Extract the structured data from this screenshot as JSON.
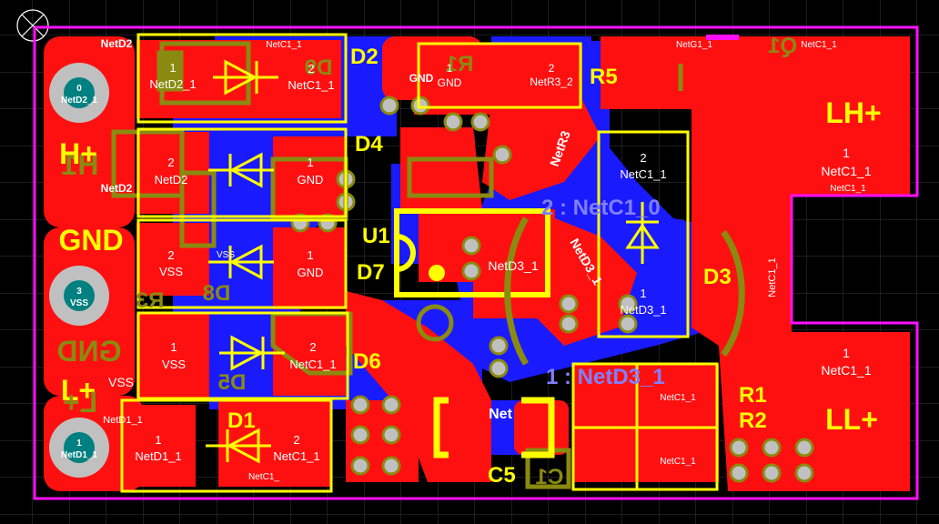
{
  "colors": {
    "background": "#000000",
    "grid": "#3a3a3a",
    "top_copper": "#ff1010",
    "bottom_copper": "#1a1aff",
    "outline": "#ff10ff",
    "silk_top": "#ffff00",
    "silk_bottom": "#8a8a10",
    "pad_hole": "#c0c0c0",
    "pad_text": "#ffffff"
  },
  "icons": {
    "origin": "origin-crosshair-icon"
  },
  "designators": {
    "D2": "D2",
    "D9": "D9",
    "R1_mirror": "R1",
    "R5": "R5",
    "Q1": "Q1",
    "D4": "D4",
    "U1": "U1",
    "D7": "D7",
    "D8": "D8",
    "R3m": "R3",
    "D3": "D3",
    "D6": "D6",
    "D5": "D5",
    "D1": "D1",
    "C5": "C5",
    "C1": "C1",
    "R1": "R1",
    "R2": "R2",
    "H1": "H1"
  },
  "board_labels": {
    "h_plus": "H+",
    "gnd": "GND",
    "l_plus": "L+",
    "gnd_mirror": "GND",
    "l_plus_mirror": "L+",
    "lh_plus": "LH+",
    "ll_plus": "LL+",
    "net_2": "2 : NetC1_0",
    "net_1": "1 : NetD3_1"
  },
  "pads": {
    "h1": {
      "num": "0",
      "net": "NetD2_1"
    },
    "vss_hole": {
      "num": "3",
      "net": "VSS"
    },
    "l1": {
      "num": "1",
      "net": "NetD1_1"
    },
    "d2_1": {
      "num": "1",
      "net": "NetD2_1"
    },
    "d2_2": {
      "num": "2",
      "net": "NetC1_1"
    },
    "d4_1": {
      "num": "2",
      "net": "NetD2"
    },
    "d4_2": {
      "num": "1",
      "net": "GND"
    },
    "d7_1": {
      "num": "2",
      "net": "VSS"
    },
    "d7_2": {
      "num": "1",
      "net": "GND"
    },
    "d6_1": {
      "num": "1",
      "net": "VSS"
    },
    "d6_2": {
      "num": "2",
      "net": "NetC1_1"
    },
    "d1_1": {
      "num": "1",
      "net": "NetD1_1"
    },
    "d1_2": {
      "num": "2",
      "net": "NetC1_1"
    },
    "r5_1": {
      "num": "1",
      "net": "GND"
    },
    "r5_2": {
      "num": "2",
      "net": "NetR3_2"
    },
    "u1_pad": {
      "num": "",
      "net": "NetD3_1"
    },
    "d3_2": {
      "num": "2",
      "net": "NetC1_1"
    },
    "d3_1": {
      "num": "1",
      "net": "NetD3_1"
    },
    "lh_pad": {
      "num": "1",
      "net": "NetC1_1"
    },
    "ll_pad": {
      "num": "1",
      "net": "NetC1_1"
    },
    "c1a": {
      "num": "",
      "net": "NetC1_1"
    },
    "c1b": {
      "num": "",
      "net": "NetC1_1"
    }
  },
  "small_texts": {
    "netd2_top": "NetD2",
    "netc1_top": "NetC1_1",
    "netg1": "NetG1_1",
    "netc1_tr": "NetC1_1",
    "netd2_mid": "NetD2",
    "vss_small": "VSS",
    "gnd_small": "GND",
    "netr3": "NetR3",
    "vss_left": "VSS",
    "netd1": "NetD1_1",
    "netc1_bottom": "NetC1_",
    "net_mid": "Net",
    "netc1_r": "NetC1_1",
    "netc1_vert": "NetC1_1",
    "net_d3": "NetD3_1"
  }
}
